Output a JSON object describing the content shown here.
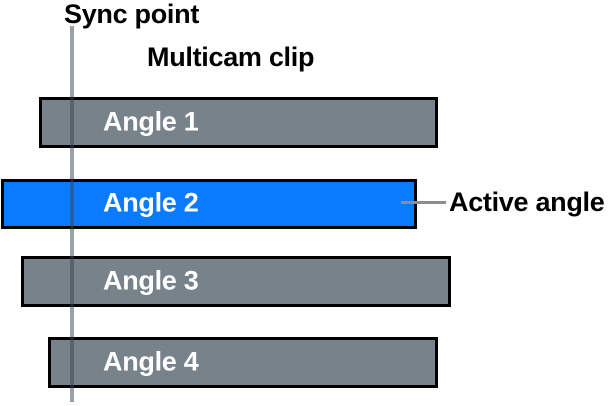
{
  "diagram": {
    "sync_point_label": "Sync point",
    "title": "Multicam clip",
    "active_angle_label": "Active angle",
    "angles": [
      {
        "label": "Angle 1",
        "active": false
      },
      {
        "label": "Angle 2",
        "active": true
      },
      {
        "label": "Angle 3",
        "active": false
      },
      {
        "label": "Angle 4",
        "active": false
      }
    ],
    "colors": {
      "background": "#ffffff",
      "inactive_fill": "#78828a",
      "active_fill": "#0a7aff",
      "bar_border": "#000000",
      "sync_line": "rgba(58,68,76,0.5)",
      "connector_line": "#8e8e8e",
      "bar_label_text": "#ffffff",
      "annotation_text": "#000000"
    }
  }
}
